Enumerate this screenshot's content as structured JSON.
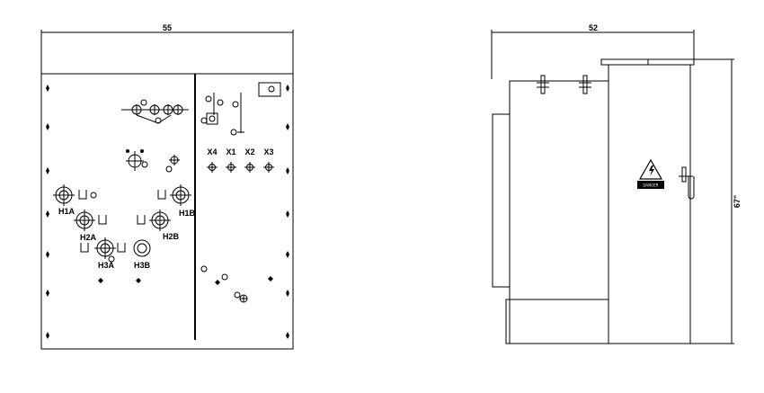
{
  "front_view": {
    "width_dimension": "55",
    "bushing_labels": [
      "H1A",
      "H2A",
      "H3A",
      "H1B",
      "H2B",
      "H3B"
    ],
    "terminal_labels": [
      "X4",
      "X1",
      "X2",
      "X3"
    ]
  },
  "side_view": {
    "width_dimension": "52",
    "height_dimension": "67\"",
    "warning_sign": "DANGER"
  }
}
